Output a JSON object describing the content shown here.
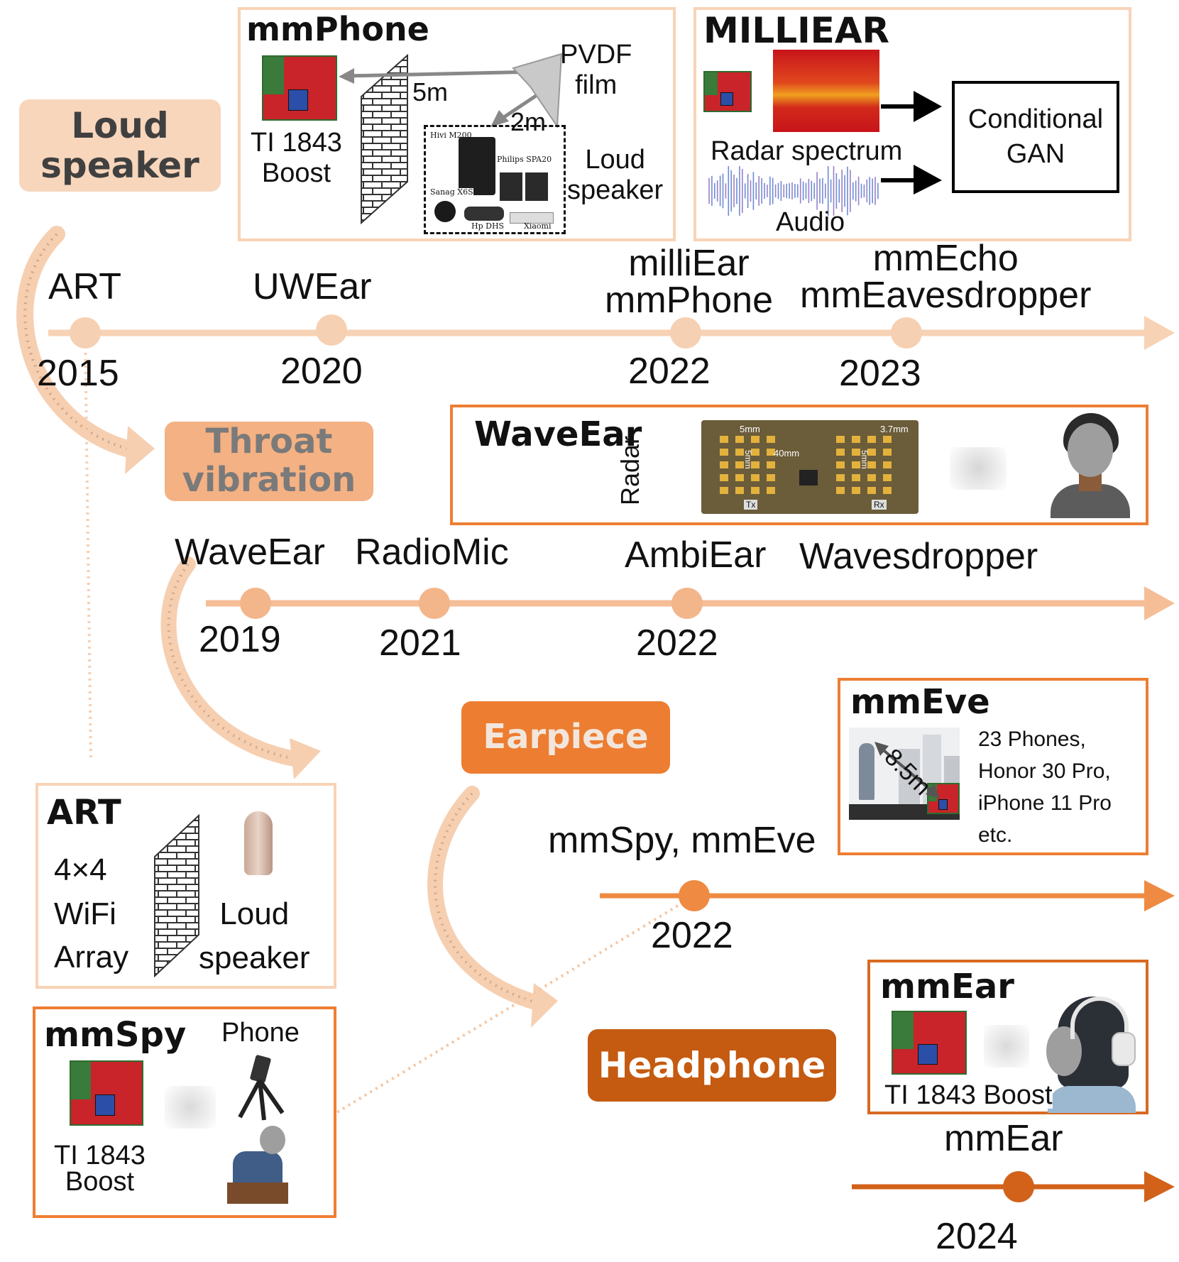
{
  "colors": {
    "loud_line": "#f7cfb0",
    "loud_fill": "#f8d6bc",
    "loud_dot": "#f6d0b2",
    "throat_fill": "#f4b183",
    "throat_line": "#f5be97",
    "throat_dot": "#f3b58a",
    "earpiece_fill": "#ed7d31",
    "earpiece_line": "#ef8a42",
    "headphone_fill": "#c55a11",
    "headphone_line": "#d2621a",
    "box_light_border": "#f8d3b6",
    "box_orange_border": "#ee7e33",
    "box_dark_border": "#d86a20"
  },
  "categories": {
    "loudspeaker": "Loud\nspeaker",
    "throat": "Throat\nvibration",
    "earpiece": "Earpiece",
    "headphone": "Headphone"
  },
  "timelines": {
    "loudspeaker": {
      "years": [
        "2015",
        "2020",
        "2022",
        "2023"
      ],
      "systems": [
        "ART",
        "UWEar",
        "milliEar\nmmPhone",
        "mmEcho\nmmEavesdropper"
      ]
    },
    "throat": {
      "years": [
        "2019",
        "2021",
        "2022"
      ],
      "systems": [
        "WaveEar",
        "RadioMic",
        "AmbiEar",
        "Wavesdropper"
      ]
    },
    "earpiece": {
      "years": [
        "2022"
      ],
      "systems": [
        "mmSpy, mmEve"
      ]
    },
    "headphone": {
      "years": [
        "2024"
      ],
      "systems": [
        "mmEar"
      ]
    }
  },
  "boxes": {
    "mmphone": {
      "title": "mmPhone",
      "device": "TI 1843\nBoost",
      "distance_wall": "5m",
      "pvdf": "PVDF\nfilm",
      "distance_film": "2m",
      "speaker_label": "Loud\nspeaker",
      "speakers": [
        "Hivi M200",
        "Philips SPA20",
        "Sanag X6S",
        "Hp DHS",
        "Xiaomi"
      ]
    },
    "milliear": {
      "title": "MILLIEAR",
      "spectrum": "Radar spectrum",
      "audio": "Audio",
      "model": "Conditional\nGAN"
    },
    "waveear": {
      "title": "WaveEar",
      "radar": "Radar",
      "dims": [
        "5mm",
        "40mm",
        "3.7mm",
        "5mm",
        "5mm"
      ],
      "tx": "Tx",
      "rx": "Rx"
    },
    "mmeve": {
      "title": "mmEve",
      "distance": "8.5m",
      "phones": "23 Phones,\nHonor 30 Pro,\niPhone 11 Pro\netc."
    },
    "art": {
      "title": "ART",
      "array": "4×4\nWiFi\nArray",
      "speaker": "Loud\nspeaker"
    },
    "mmspy": {
      "title": "mmSpy",
      "phone": "Phone",
      "device": "TI 1843\nBoost"
    },
    "mmear": {
      "title": "mmEar",
      "device": "TI 1843 Boost"
    }
  }
}
